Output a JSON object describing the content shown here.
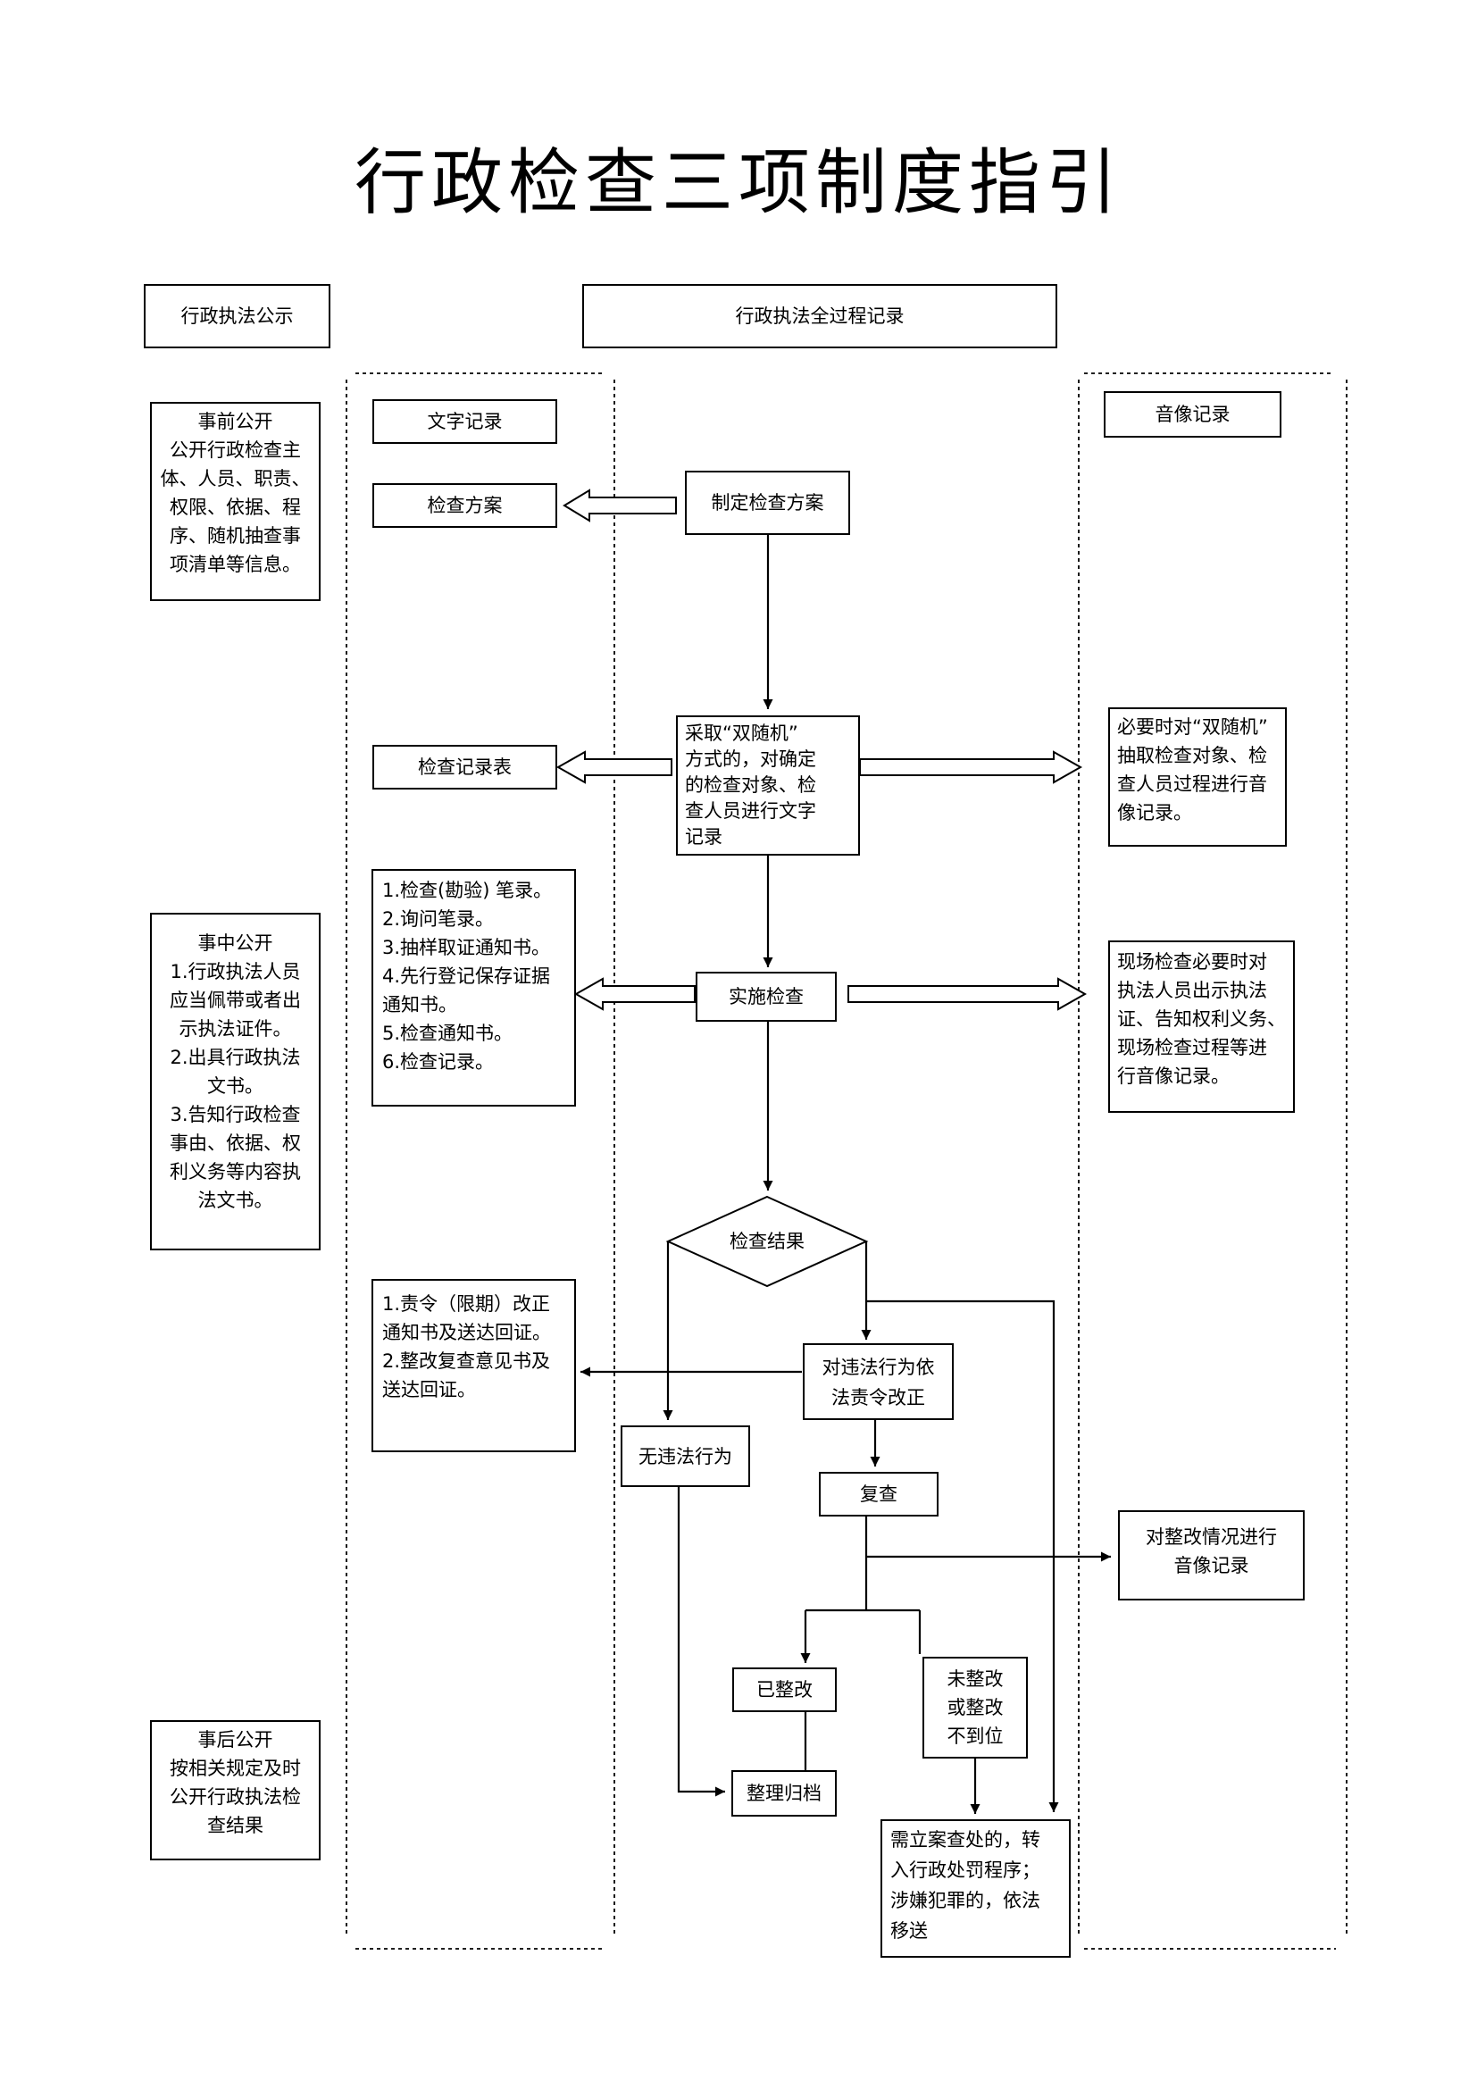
{
  "title": "行政检查三项制度指引",
  "headers": {
    "publicity": "行政执法公示",
    "recording": "行政执法全过程记录"
  },
  "columns": {
    "text_record": "文字记录",
    "av_record": "音像记录"
  },
  "left": {
    "before": {
      "heading": "事前公开",
      "body": [
        "公开行政检查主",
        "体、人员、职责、",
        "权限、依据、程",
        "序、随机抽查事",
        "项清单等信息。"
      ]
    },
    "during": {
      "heading": "事中公开",
      "body": [
        "1.行政执法人员",
        "应当佩带或者出",
        "示执法证件。",
        "2.出具行政执法",
        "文书。",
        "3.告知行政检查",
        "事由、依据、权",
        "利义务等内容执",
        "法文书。"
      ]
    },
    "after": {
      "heading": "事后公开",
      "body": [
        "按相关规定及时",
        "公开行政执法检",
        "查结果"
      ]
    }
  },
  "text_col": {
    "plan": "检查方案",
    "record_sheet": "检查记录表",
    "docs": [
      "1.检查(勘验) 笔录。",
      "2.询问笔录。",
      "3.抽样取证通知书。",
      "4.先行登记保存证据",
      "通知书。",
      "5.检查通知书。",
      "6.检查记录。"
    ],
    "rectify_docs": [
      "1.责令（限期）改正",
      "通知书及送达回证。",
      "2.整改复查意见书及",
      "送达回证。"
    ]
  },
  "flow": {
    "make_plan": "制定检查方案",
    "random": [
      "采取“双随机”",
      "方式的，对确定",
      "的检查对象、检",
      "查人员进行文字",
      "记录"
    ],
    "implement": "实施检查",
    "result": "检查结果",
    "order": [
      "对违法行为依",
      "法责令改正"
    ],
    "no_violation": "无违法行为",
    "recheck": "复查",
    "rectified": "已整改",
    "not_rectified": [
      "未整改",
      "或整改",
      "不到位"
    ],
    "archive": "整理归档",
    "penalty": [
      "需立案查处的，转",
      "入行政处罚程序；",
      "涉嫌犯罪的，依法",
      "移送"
    ]
  },
  "av_col": {
    "random": [
      "必要时对“双随机”",
      "抽取检查对象、检",
      "查人员过程进行音",
      "像记录。"
    ],
    "onsite": [
      "现场检查必要时对",
      "执法人员出示执法",
      "证、告知权利义务、",
      "现场检查过程等进",
      "行音像记录。"
    ],
    "rectify": [
      "对整改情况进行",
      "音像记录"
    ]
  }
}
